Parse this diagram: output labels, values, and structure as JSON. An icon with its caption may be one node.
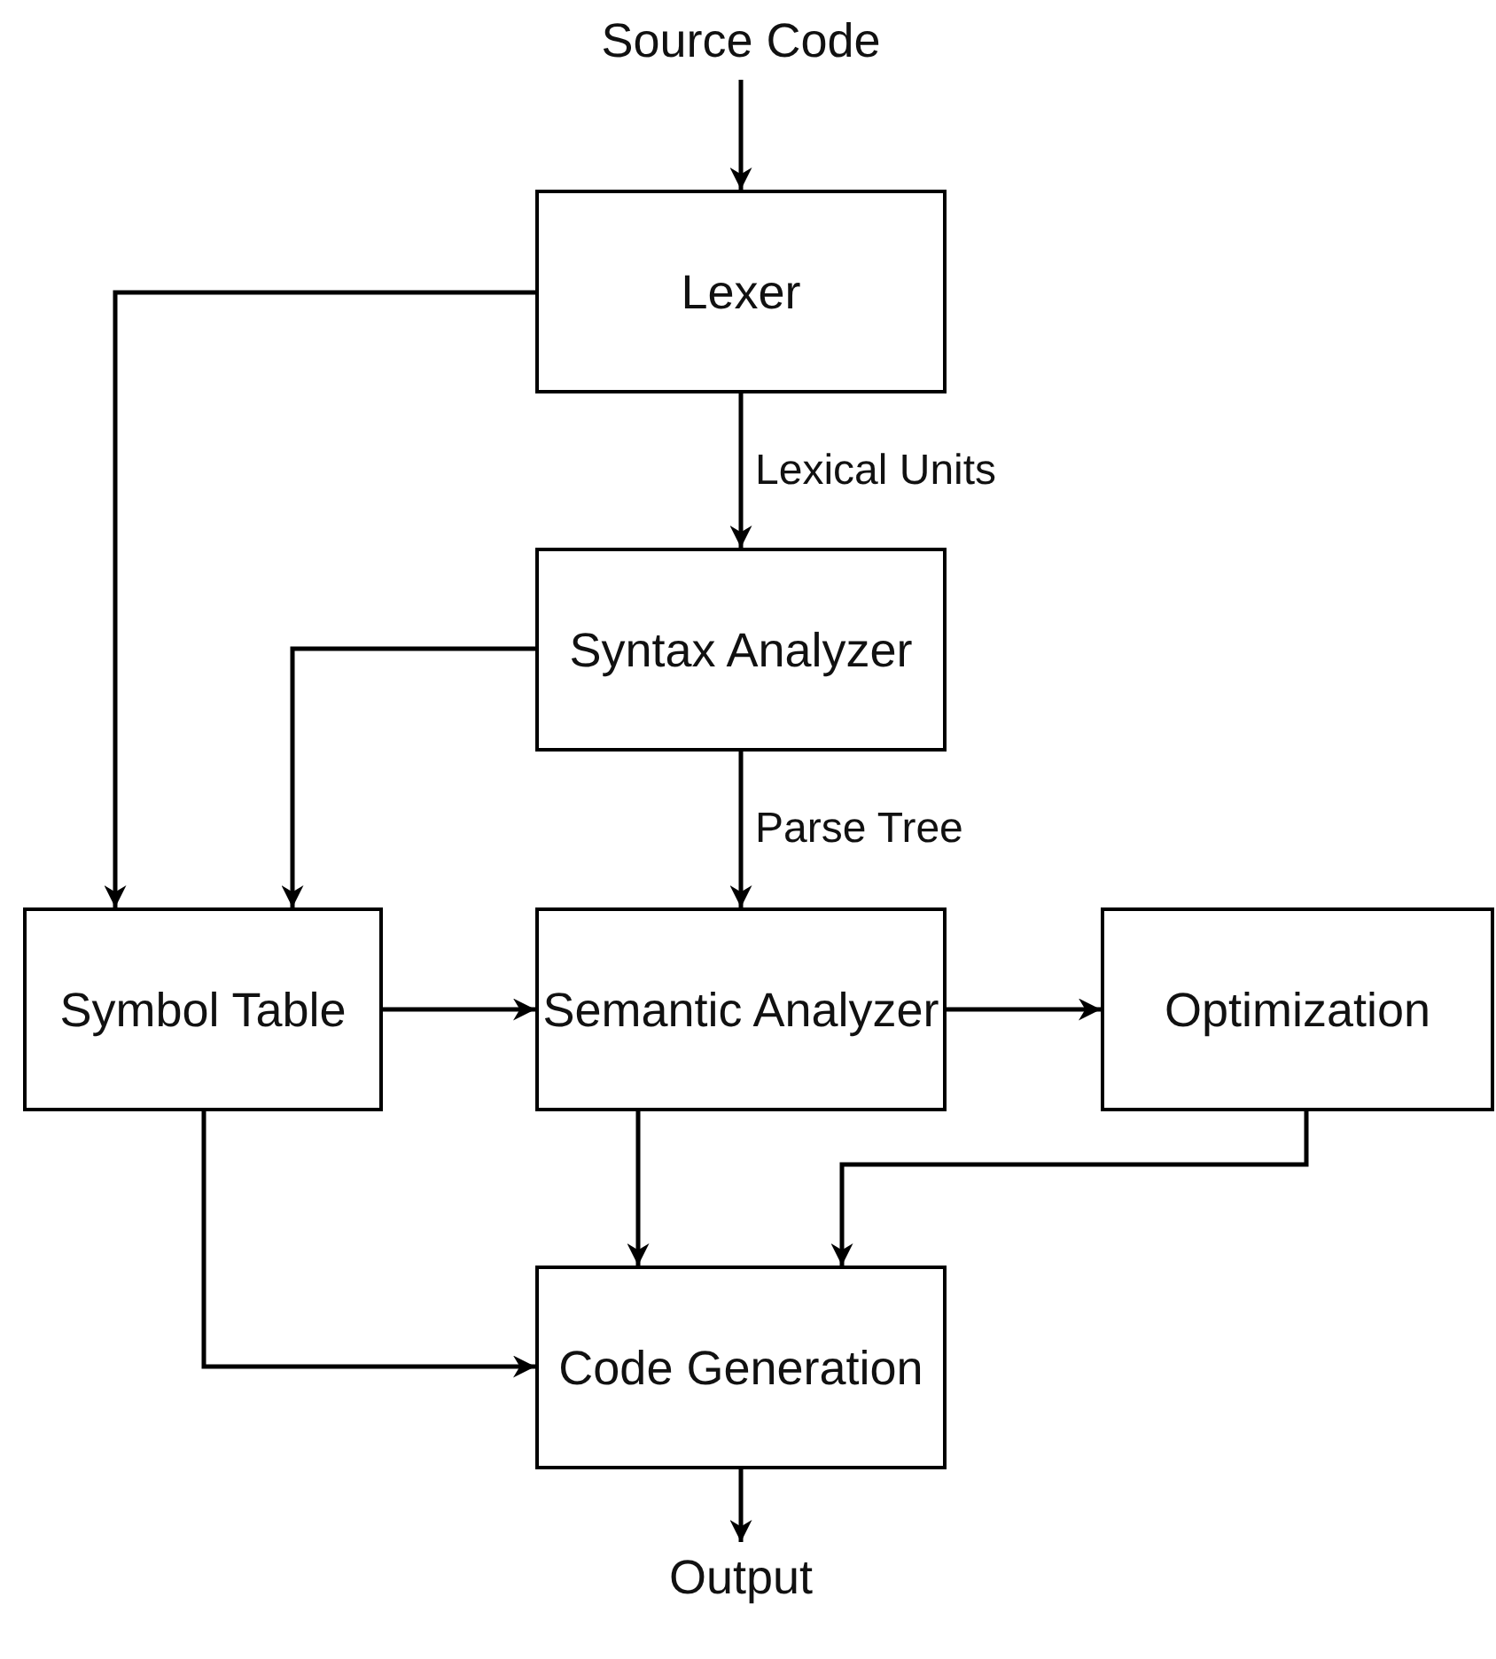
{
  "diagram": {
    "nodes": [
      {
        "text": [
          "Source Code"
        ]
      },
      {
        "text": [
          "Lexer"
        ]
      },
      {
        "text": [
          "Syntax Analyzer"
        ]
      },
      {
        "text": [
          "Symbol Table"
        ]
      },
      {
        "text": [
          "Semantic Analyzer"
        ]
      },
      {
        "text": [
          "Optimization"
        ]
      },
      {
        "text": [
          "Code Generation"
        ]
      },
      {
        "text": [
          "Output"
        ]
      }
    ],
    "edges": [
      {
        "from": 0,
        "to": 1,
        "arrow": "to"
      },
      {
        "from": 1,
        "to": 2,
        "arrow": "to",
        "label": "Lexical Units"
      },
      {
        "from": 1,
        "to": 3,
        "arrow": "to"
      },
      {
        "from": 2,
        "to": 3,
        "arrow": "to"
      },
      {
        "from": 2,
        "to": 4,
        "arrow": "to",
        "label": "Parse Tree"
      },
      {
        "from": 3,
        "to": 4,
        "arrow": "to"
      },
      {
        "from": 4,
        "to": 5,
        "arrow": "to"
      },
      {
        "from": 4,
        "to": 6,
        "arrow": "to"
      },
      {
        "from": 5,
        "to": 6,
        "arrow": "to"
      },
      {
        "from": 3,
        "to": 6,
        "arrow": "to"
      },
      {
        "from": 6,
        "to": 7,
        "arrow": "to"
      }
    ]
  }
}
